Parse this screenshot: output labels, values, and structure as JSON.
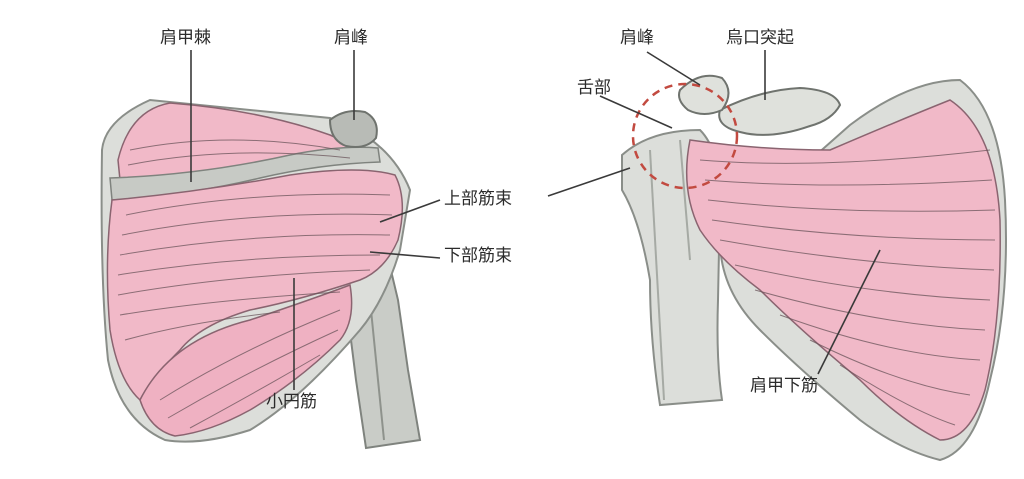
{
  "labels": {
    "left_spine": "肩甲棘",
    "left_acromion": "肩峰",
    "upper_bundle": "上部筋束",
    "lower_bundle": "下部筋束",
    "teres_minor": "小円筋",
    "right_acromion": "肩峰",
    "coracoid": "烏口突起",
    "tongue": "舌部",
    "subscapularis": "肩甲下筋"
  },
  "colors": {
    "muscle": "#f1b9c8",
    "muscle_dark": "#e2899f",
    "bone": "#dfe1dc",
    "bone_dark": "#b9bcb6",
    "fiber": "#5a4a4e",
    "highlight_circle": "#c24a40"
  }
}
